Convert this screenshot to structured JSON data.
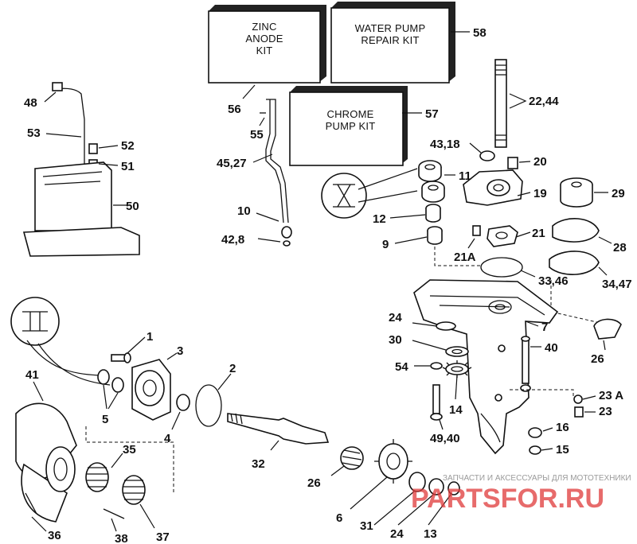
{
  "kits": {
    "zinc": [
      "ZINC",
      "ANODE",
      "KIT"
    ],
    "water_pump": [
      "WATER PUMP",
      "REPAIR KIT"
    ],
    "chrome": [
      "CHROME",
      "PUMP KIT"
    ]
  },
  "callouts": {
    "c58": "58",
    "c56": "56",
    "c57": "57",
    "c48": "48",
    "c53": "53",
    "c52": "52",
    "c51": "51",
    "c50": "50",
    "c55": "55",
    "c45_27": "45,27",
    "c10": "10",
    "c42_8": "42,8",
    "c22_44": "22,44",
    "c43_18": "43,18",
    "c20": "20",
    "c11": "11",
    "c19": "19",
    "c29": "29",
    "c12": "12",
    "c9": "9",
    "c21": "21",
    "c21A": "21A",
    "c28": "28",
    "c33_46": "33,46",
    "c34_47": "34,47",
    "c24a": "24",
    "c7": "7",
    "c30": "30",
    "c40": "40",
    "c26b": "26",
    "c54": "54",
    "c14": "14",
    "c23A": "23 A",
    "c23": "23",
    "c16": "16",
    "c15": "15",
    "c49_40": "49,40",
    "c1": "1",
    "c3": "3",
    "c2": "2",
    "c41": "41",
    "c5": "5",
    "c4": "4",
    "c32": "32",
    "c35": "35",
    "c26": "26",
    "c6": "6",
    "c31": "31",
    "c24b": "24",
    "c13": "13",
    "c36": "36",
    "c38": "38",
    "c37": "37"
  },
  "watermark": {
    "text": "ЗАПЧАСТИ И АКСЕССУАРЫ ДЛЯ МОТОТЕХНИКИ",
    "logo": "PARTSFOR.RU"
  }
}
